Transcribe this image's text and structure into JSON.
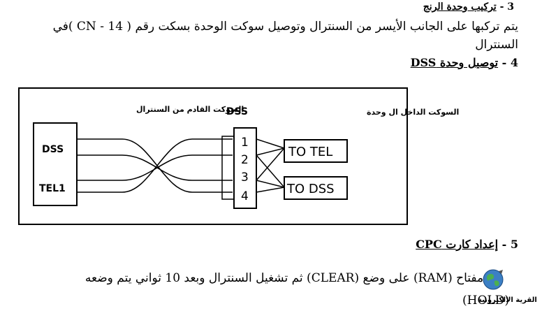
{
  "section3": {
    "number": "3",
    "bullet": "-",
    "title": "تركيب وحدة الرنج",
    "line1": "يتم تركبها على الجانب الأيسر من السنترال وتوصيل سوكت الوحدة بسكت رقم ( 14 - CN )في",
    "line2": "السنترال"
  },
  "section4": {
    "number": "4",
    "title": "توصيل وحدة DSS"
  },
  "diagram": {
    "left_label": "السوكت القادم من السنترال",
    "right_label": "السوكت الداخل ال وحدة",
    "right_label_dss": "DSS",
    "port_dss": "DSS",
    "port_tel1": "TEL1",
    "pins": [
      "1",
      "2",
      "3",
      "4"
    ],
    "to_tel": "TO TEL",
    "to_dss": "TO DSS"
  },
  "section5": {
    "number": "5",
    "title": "إعداد كارت CPC",
    "line1": "ضع مفتاح (RAM) على وضع (CLEAR) ثم تشغيل السنترال وبعد 10 ثواني يتم وضعه",
    "line2": "(HOLD)"
  },
  "watermark": "القرية الالكترونية"
}
